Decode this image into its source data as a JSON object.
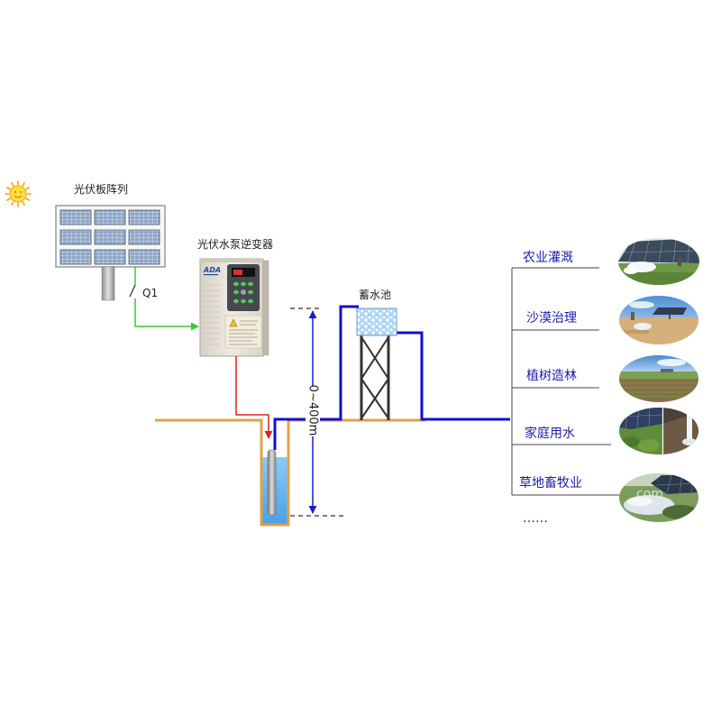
{
  "sun": {
    "icon": "sun-icon"
  },
  "solar_array": {
    "label": "光伏板阵列",
    "icon": "solar-panel-icon"
  },
  "switch": {
    "label": "Q1"
  },
  "inverter": {
    "label": "光伏水泵逆变器",
    "brand": "ADA"
  },
  "well": {
    "pump_icon": "submersible-pump-icon"
  },
  "reservoir": {
    "label": "蓄水池"
  },
  "depth": {
    "label": "0~400m"
  },
  "applications": {
    "items": [
      {
        "label": "农业灌溉"
      },
      {
        "label": "沙漠治理"
      },
      {
        "label": "植树造林"
      },
      {
        "label": "家庭用水"
      },
      {
        "label": "草地畜牧业"
      }
    ],
    "more": "……"
  },
  "watermark": "com",
  "colors": {
    "power_line": "#33cc33",
    "motor_line": "#e02020",
    "water_pipe": "#1010d0",
    "ground": "#e3a048",
    "dimension": "#1a1ac8",
    "application_text": "#1c1ca8"
  }
}
